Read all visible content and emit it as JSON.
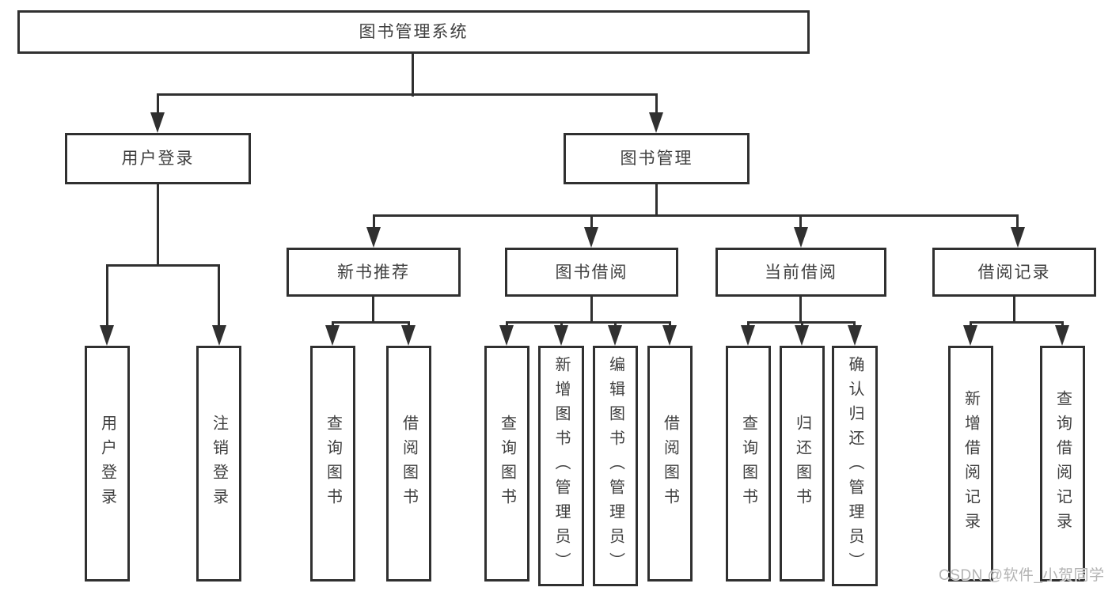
{
  "diagram": {
    "root": {
      "label": "图书管理系统"
    },
    "level2": [
      {
        "label": "用户登录"
      },
      {
        "label": "图书管理"
      }
    ],
    "level3": [
      {
        "label": "新书推荐"
      },
      {
        "label": "图书借阅"
      },
      {
        "label": "当前借阅"
      },
      {
        "label": "借阅记录"
      }
    ],
    "leaves": {
      "user_login": [
        {
          "label": "用户登录"
        },
        {
          "label": "注销登录"
        }
      ],
      "new_book_recommend": [
        {
          "label": "查询图书"
        },
        {
          "label": "借阅图书"
        }
      ],
      "book_borrow": [
        {
          "label": "查询图书"
        },
        {
          "label": "新增图书（管理员）"
        },
        {
          "label": "编辑图书（管理员）"
        },
        {
          "label": "借阅图书"
        }
      ],
      "current_borrow": [
        {
          "label": "查询图书"
        },
        {
          "label": "归还图书"
        },
        {
          "label": "确认归还（管理员）"
        }
      ],
      "borrow_records": [
        {
          "label": "新增借阅记录"
        },
        {
          "label": "查询借阅记录"
        }
      ]
    }
  },
  "watermark": "CSDN @软件_小贺同学",
  "colors": {
    "line": "#303030",
    "text": "#3f3f3f",
    "watermark": "#b3b3b3",
    "background": "#ffffff"
  }
}
